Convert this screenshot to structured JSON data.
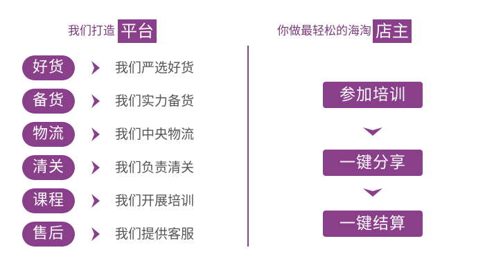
{
  "left_heading": {
    "prefix": "我们打造",
    "highlight": "平台"
  },
  "right_heading": {
    "prefix": "你做最轻松的海淘",
    "highlight": "店主"
  },
  "features": [
    {
      "tag": "好货",
      "desc": "我们严选好货"
    },
    {
      "tag": "备货",
      "desc": "我们实力备货"
    },
    {
      "tag": "物流",
      "desc": "我们中央物流"
    },
    {
      "tag": "清关",
      "desc": "我们负责清关"
    },
    {
      "tag": "课程",
      "desc": "我们开展培训"
    },
    {
      "tag": "售后",
      "desc": "我们提供客服"
    }
  ],
  "steps": [
    {
      "label": "参加培训"
    },
    {
      "label": "一键分享"
    },
    {
      "label": "一键结算"
    }
  ],
  "colors": {
    "accent": "#8a3f8b",
    "text": "#555555"
  },
  "icons": {
    "chevron": "chevron-right-icon",
    "step_arrow": "arrow-down-icon"
  }
}
